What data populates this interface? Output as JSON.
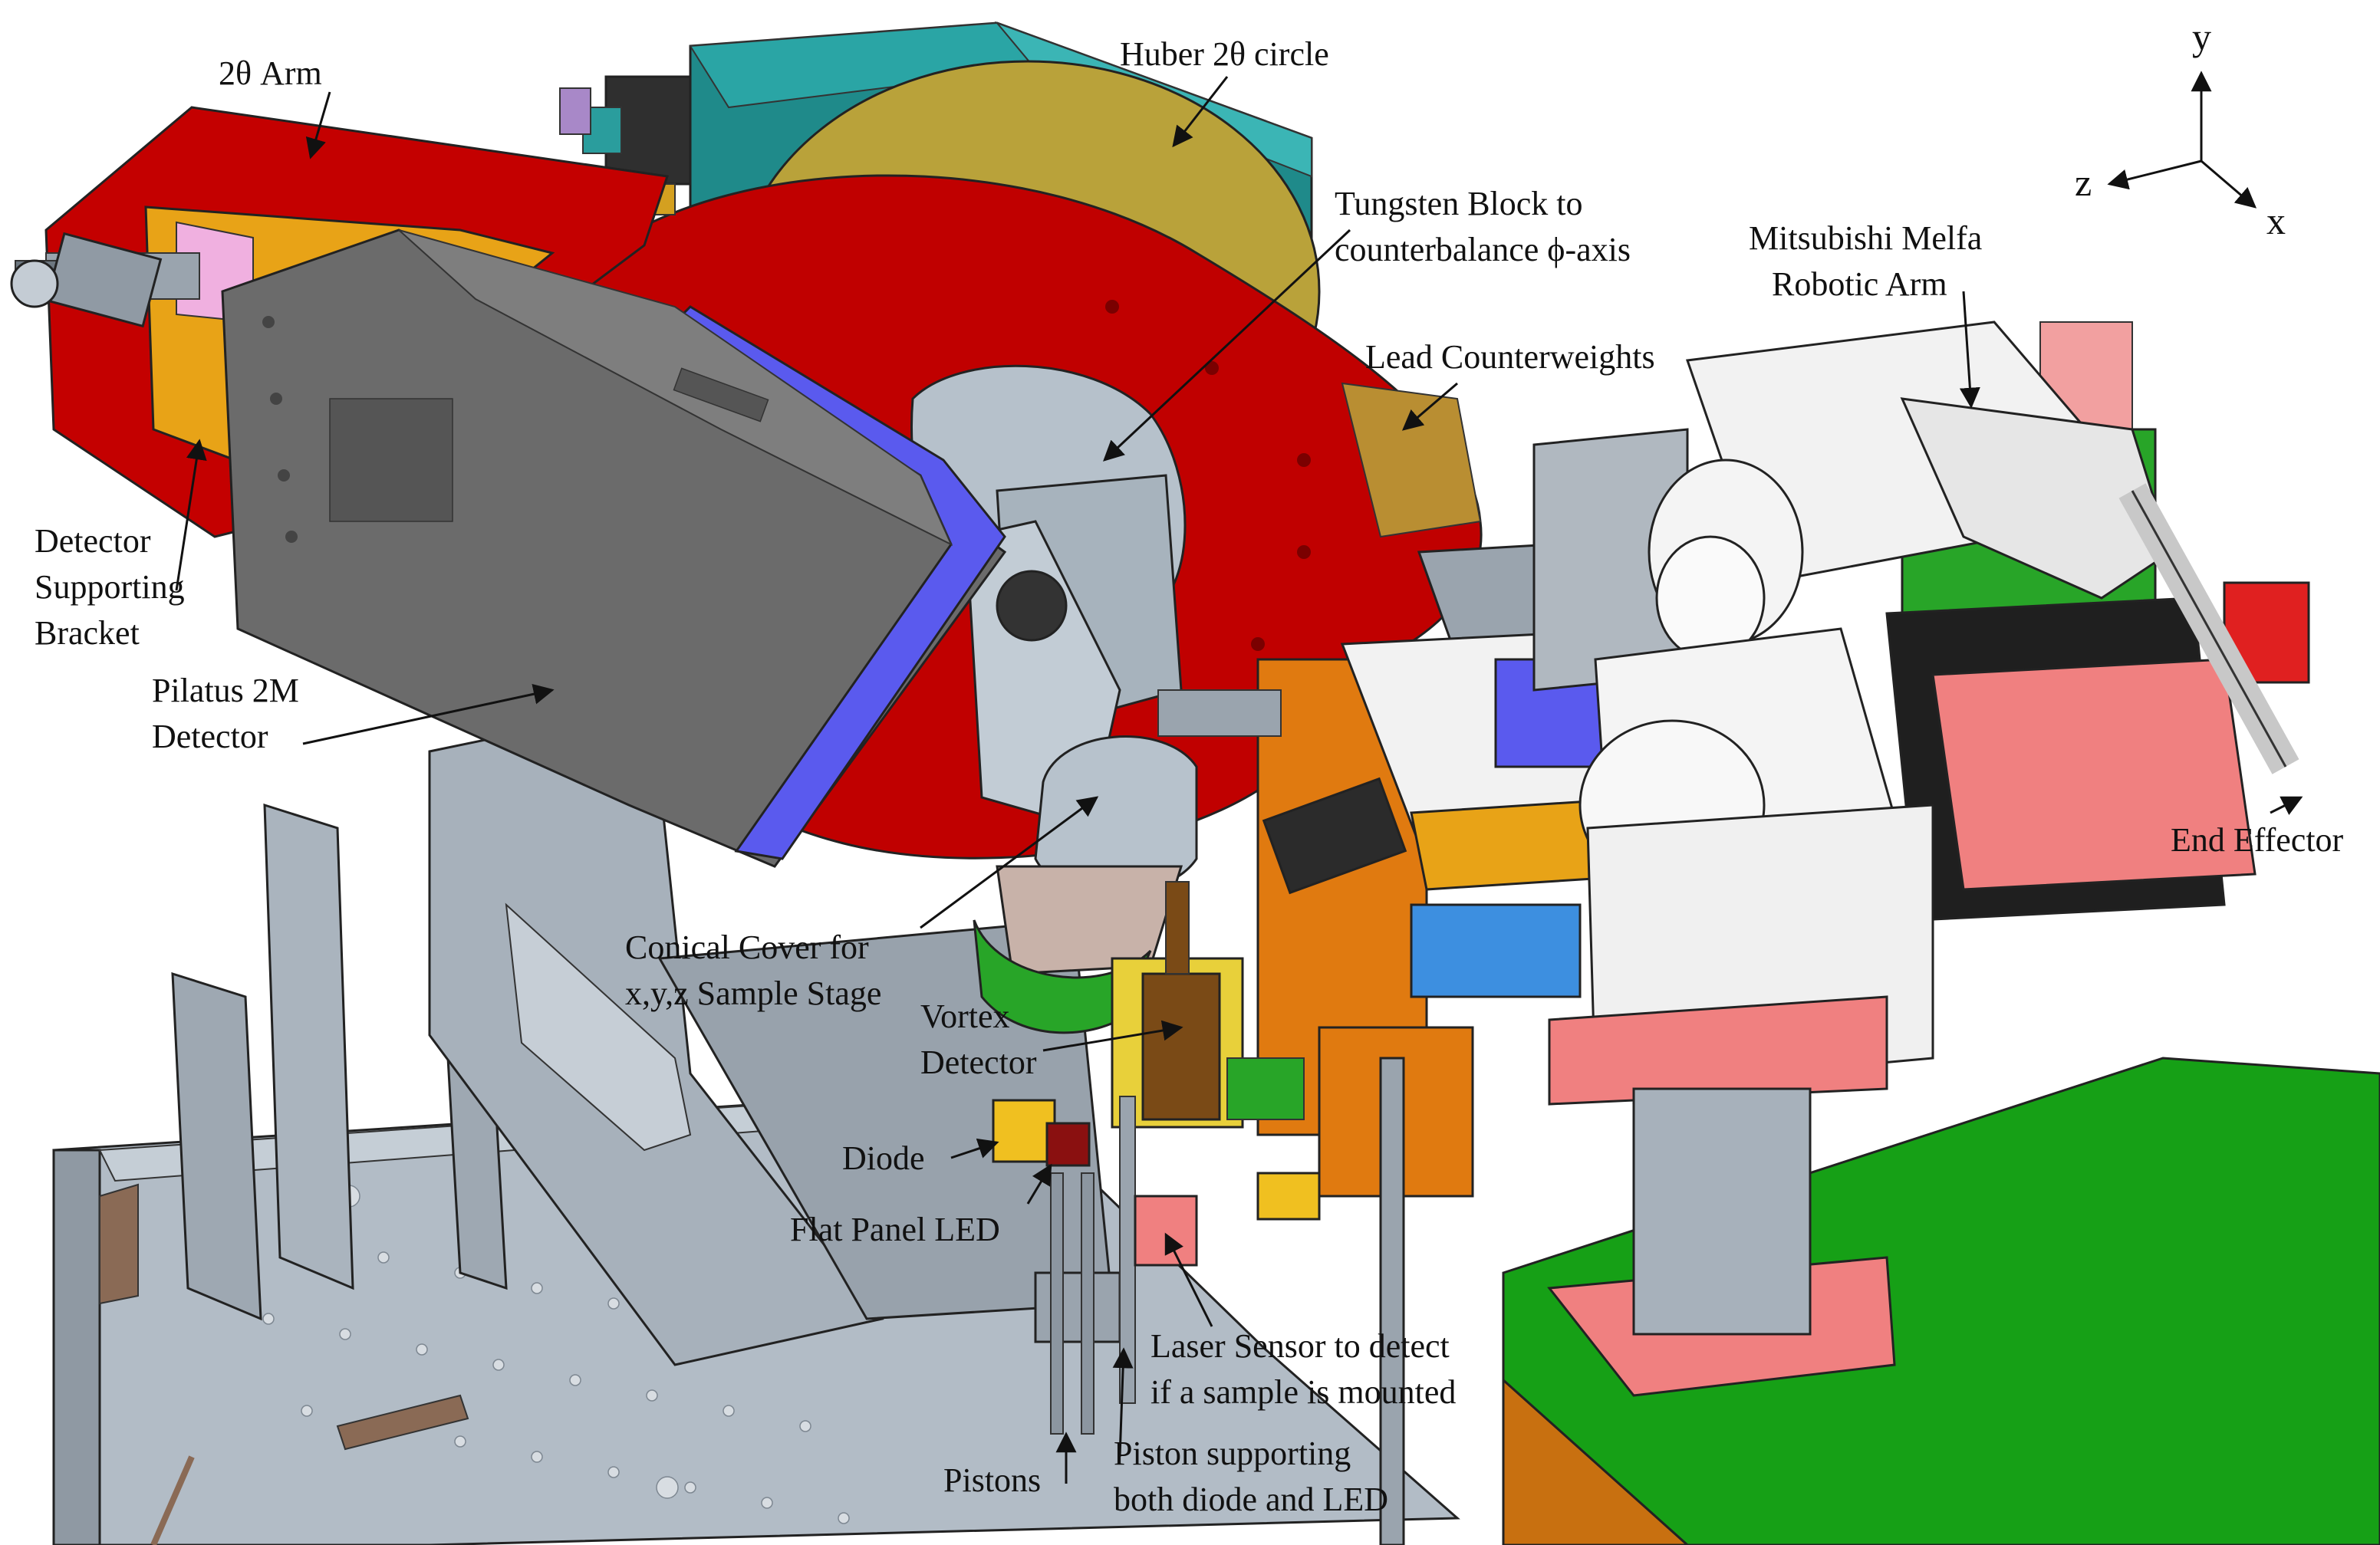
{
  "labels": {
    "two_theta_arm": "2θ Arm",
    "huber_circle": "Huber 2θ circle",
    "tungsten_l1": "Tungsten Block to",
    "tungsten_l2": "counterbalance ϕ-axis",
    "mitsubishi_l1": "Mitsubishi Melfa",
    "mitsubishi_l2": "Robotic Arm",
    "lead_counterweights": "Lead Counterweights",
    "detector_bracket_l1": "Detector",
    "detector_bracket_l2": "Supporting",
    "detector_bracket_l3": "Bracket",
    "pilatus_l1": "Pilatus 2M",
    "pilatus_l2": "Detector",
    "end_effector": "End Effector",
    "conical_l1": "Conical Cover for",
    "conical_l2": "x,y,z Sample Stage",
    "vortex_l1": "Vortex",
    "vortex_l2": "Detector",
    "diode": "Diode",
    "flat_panel_led": "Flat Panel LED",
    "laser_l1": "Laser Sensor to detect",
    "laser_l2": "if a sample is mounted",
    "pistons": "Pistons",
    "piston_support_l1": "Piston supporting",
    "piston_support_l2": "both diode and LED"
  },
  "axes": {
    "y": "y",
    "z": "z",
    "x": "x"
  },
  "colors": {
    "table": "#aeb8c2",
    "table_dark": "#8a949e",
    "arm_red": "#c40000",
    "huber_teal": "#1e8c8c",
    "gold": "#e8a317",
    "detector_gray": "#6b6b6b",
    "detector_blue": "#5a5aff",
    "robot_white": "#f2f2f2",
    "green_stand": "#1ea31e",
    "orange_stand": "#e07a10",
    "salmon": "#f08080",
    "steel": "#b4bec8"
  }
}
